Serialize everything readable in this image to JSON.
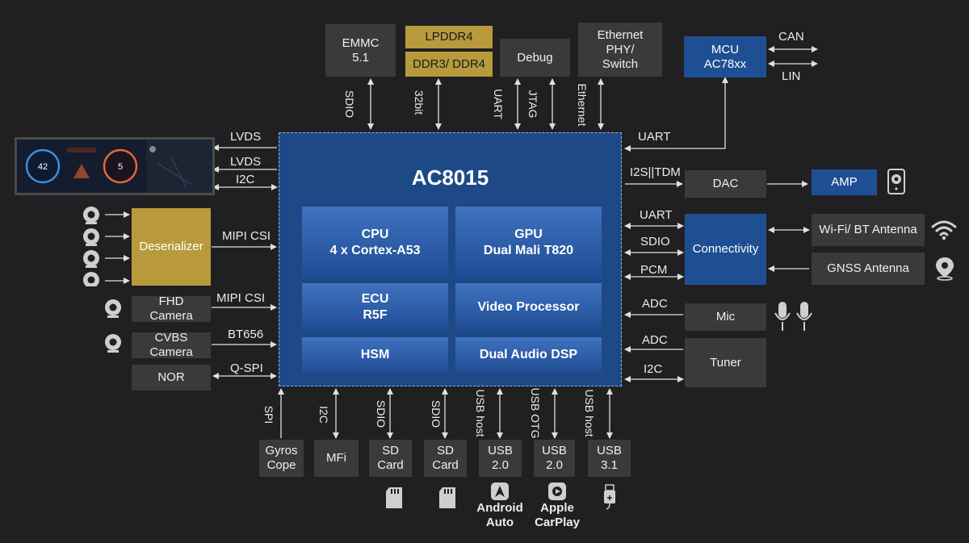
{
  "soc": {
    "title": "AC8015",
    "blocks": {
      "cpu": "CPU\n4 x Cortex-A53",
      "gpu": "GPU\nDual Mali T820",
      "ecu": "ECU\nR5F",
      "video": "Video Processor",
      "hsm": "HSM",
      "audio": "Dual Audio DSP"
    }
  },
  "top": {
    "emmc": "EMMC\n5.1",
    "lpddr4": "LPDDR4",
    "ddr": "DDR3/ DDR4",
    "debug": "Debug",
    "ethernet": "Ethernet\nPHY/\nSwitch",
    "mcu": "MCU\nAC78xx",
    "can": "CAN",
    "lin": "LIN",
    "sdio": "SDIO",
    "bit32": "32bit",
    "uart": "UART",
    "jtag": "JTAG",
    "eth": "Ethernet"
  },
  "left": {
    "display": {
      "speed": "42",
      "gear": "5"
    },
    "lvds1": "LVDS",
    "lvds2": "LVDS",
    "i2c": "I2C",
    "deserializer": "Deserializer",
    "mipi1": "MIPI CSI",
    "fhd": "FHD\nCamera",
    "mipi2": "MIPI CSI",
    "cvbs": "CVBS\nCamera",
    "bt656": "BT656",
    "nor": "NOR",
    "qspi": "Q-SPI"
  },
  "right": {
    "uart_mcu": "UART",
    "i2s": "I2S||TDM",
    "dac": "DAC",
    "amp": "AMP",
    "uart": "UART",
    "sdio": "SDIO",
    "pcm": "PCM",
    "connectivity": "Connectivity",
    "wifi": "Wi-Fi/ BT Antenna",
    "gnss": "GNSS Antenna",
    "adc1": "ADC",
    "mic": "Mic",
    "adc2": "ADC",
    "i2c": "I2C",
    "tuner": "Tuner"
  },
  "bottom": {
    "spi": "SPI",
    "i2c": "I2C",
    "sdio1": "SDIO",
    "sdio2": "SDIO",
    "usbhost1": "USB host",
    "usbotg": "USB OTG",
    "usbhost2": "USB host",
    "gyros": "Gyros\nCope",
    "mfi": "MFi",
    "sd1": "SD\nCard",
    "sd2": "SD\nCard",
    "usb20a": "USB\n2.0",
    "usb20b": "USB\n2.0",
    "usb31": "USB\n3.1",
    "android": "Android\nAuto",
    "carplay": "Apple\nCarPlay"
  },
  "colors": {
    "background": "#202022",
    "soc": "#1e4987",
    "block": "#3f72c0",
    "gray_box": "#3a3a3c",
    "gold_box": "#b89a3c",
    "blue_box": "#1f4f93",
    "line": "#e0e0e0"
  }
}
